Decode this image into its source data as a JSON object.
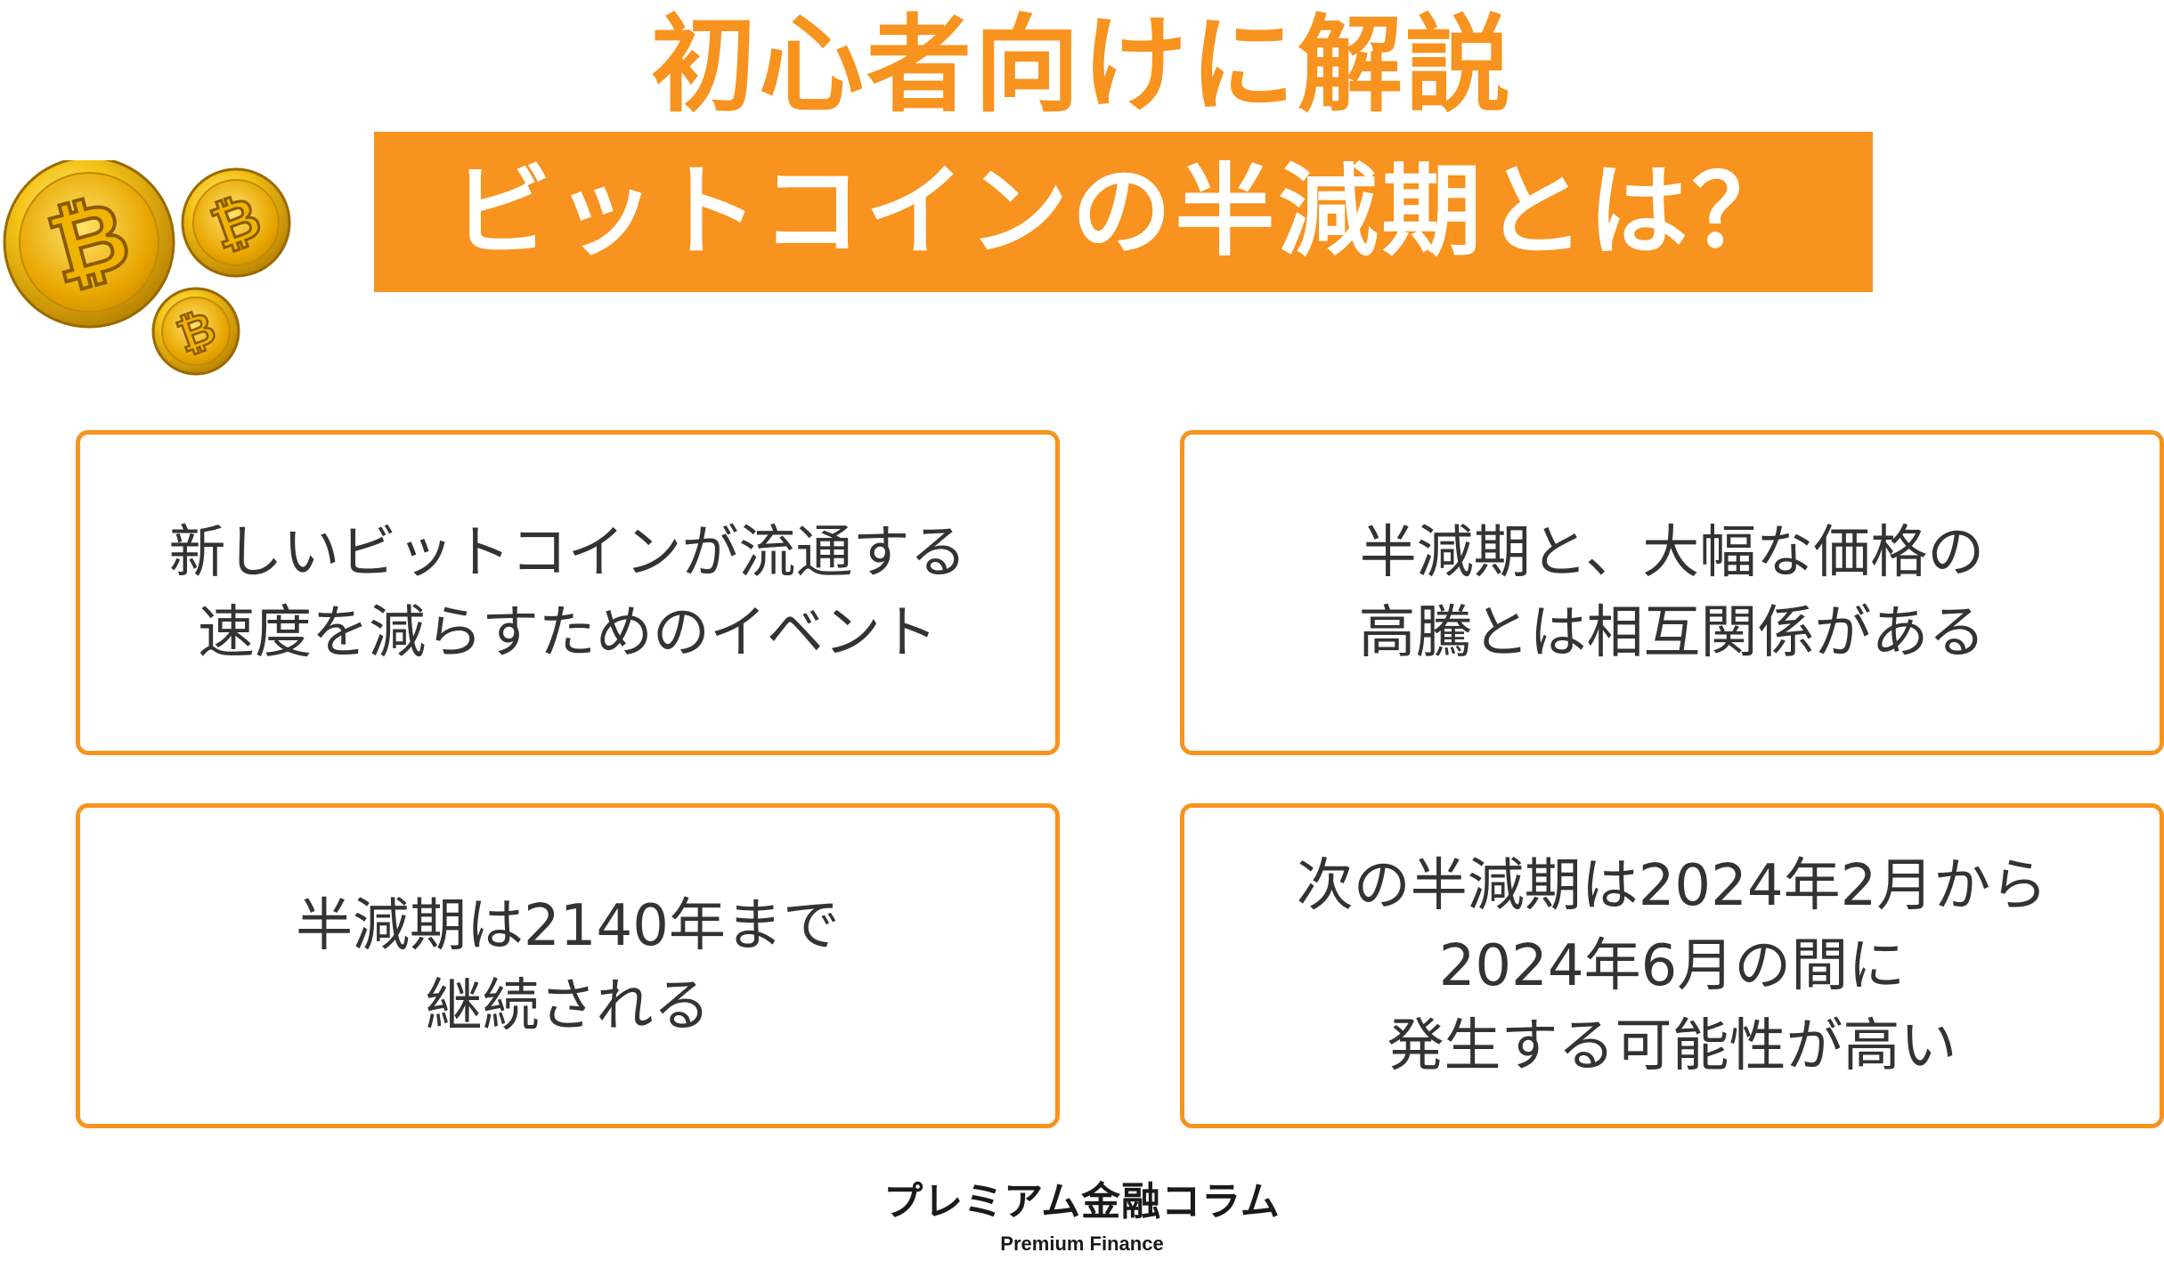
{
  "header": {
    "kicker": "初心者向けに解説",
    "title": "ビットコインの半減期とは？"
  },
  "coins": {
    "icon": "bitcoin-coin-icon",
    "symbol": "₿",
    "count": 3
  },
  "cards": [
    {
      "lines": [
        "新しいビットコインが流通する",
        "速度を減らすためのイベント"
      ]
    },
    {
      "lines": [
        "半減期と、大幅な価格の",
        "高騰とは相互関係がある"
      ]
    },
    {
      "lines": [
        "半減期は2140年まで",
        "継続される"
      ]
    },
    {
      "lines": [
        "次の半減期は2024年2月から",
        "2024年6月の間に",
        "発生する可能性が高い"
      ]
    }
  ],
  "footer": {
    "brand": "プレミアム金融コラム",
    "subtitle": "Premium Finance"
  },
  "colors": {
    "accent": "#f7931e",
    "text": "#333333",
    "coin_gold": "#f2b705"
  }
}
